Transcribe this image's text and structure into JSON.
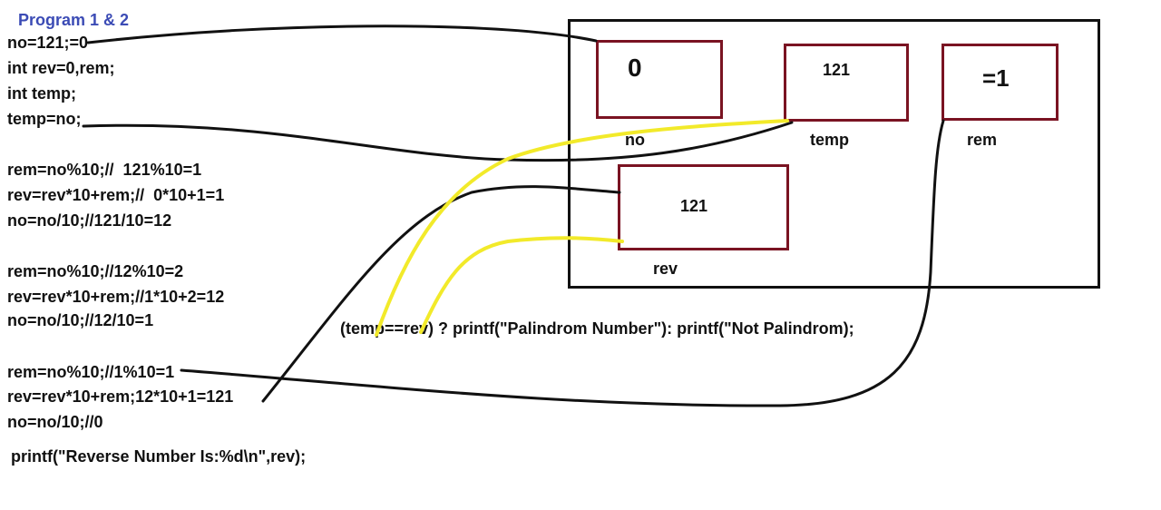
{
  "title": "Program 1 & 2",
  "code": {
    "decl": [
      "no=121;=0",
      "int rev=0,rem;",
      "int temp;",
      "temp=no;"
    ],
    "iter1": [
      "rem=no%10;//  121%10=1",
      "rev=rev*10+rem;//  0*10+1=1",
      "no=no/10;//121/10=12"
    ],
    "iter2": [
      "rem=no%10;//12%10=2",
      "rev=rev*10+rem;//1*10+2=12",
      "no=no/10;//12/10=1"
    ],
    "iter3": [
      "rem=no%10;//1%10=1",
      "rev=rev*10+rem;12*10+1=121",
      "no=no/10;//0"
    ],
    "printf": "printf(\"Reverse Number Is:%d\\n\",rev);"
  },
  "ternary": "(temp==rev) ? printf(\"Palindrom Number\"): printf(\"Not Palindrom);",
  "memory": {
    "no": {
      "label": "no",
      "value": "0"
    },
    "temp": {
      "label": "temp",
      "value": "121"
    },
    "rem": {
      "label": "rem",
      "value": "=1"
    },
    "rev": {
      "label": "rev",
      "value": "121"
    }
  },
  "colors": {
    "title": "#3b4bb5",
    "box_border": "#7a1322",
    "arrow_black": "#111111",
    "arrow_yellow": "#f2ea2a"
  }
}
